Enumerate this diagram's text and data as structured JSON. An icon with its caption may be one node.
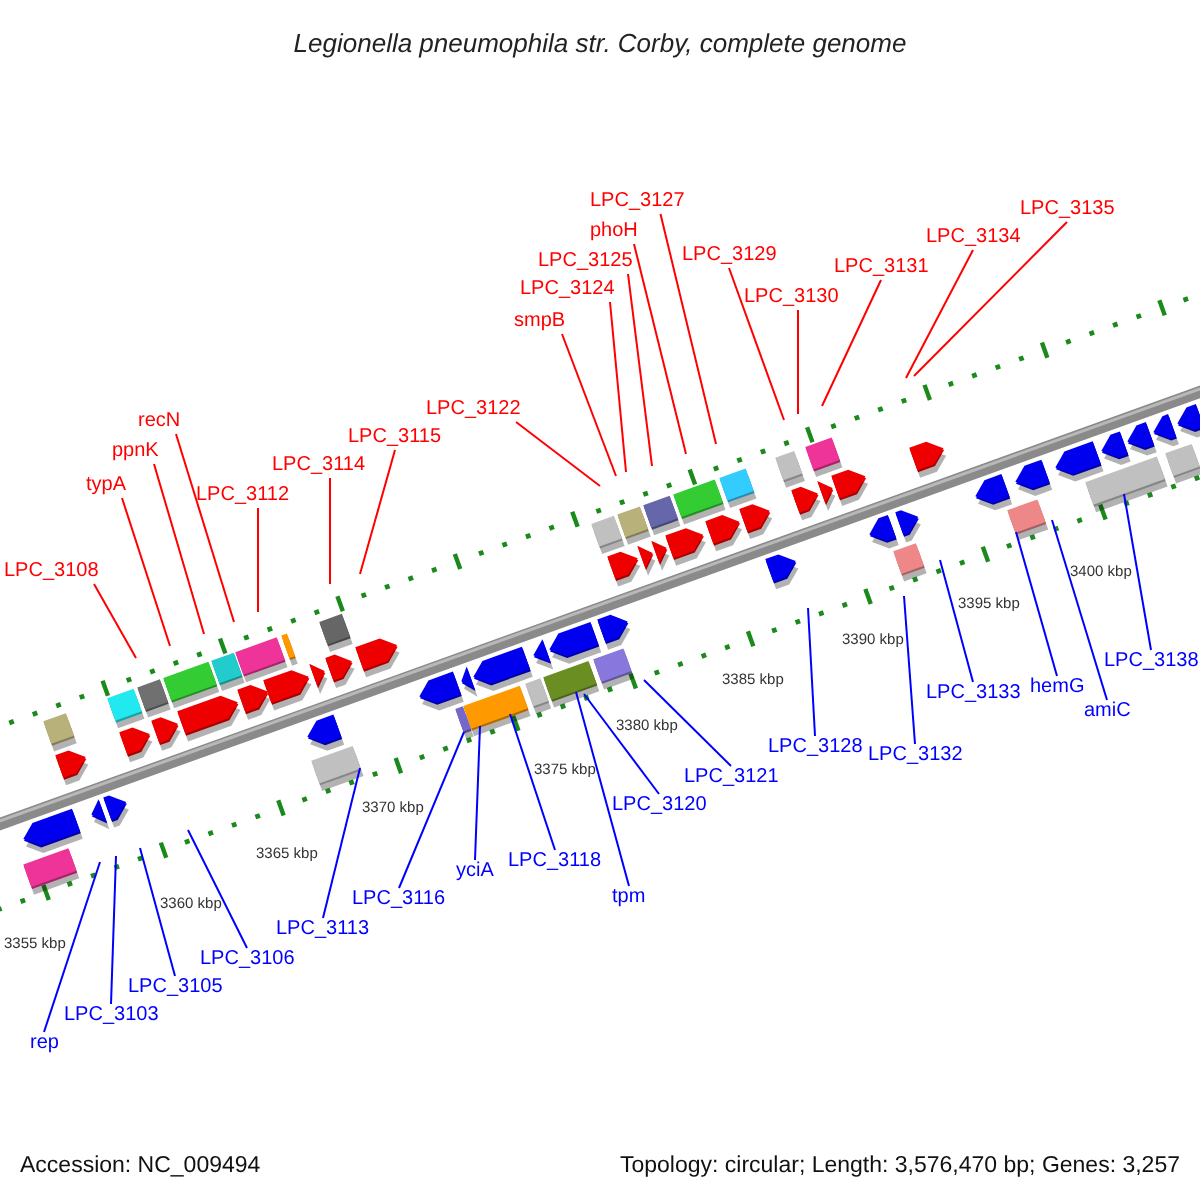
{
  "diagram": {
    "title": "Legionella pneumophila str. Corby, complete genome",
    "nodes": [
      {
        "text": [
          "LPC_3108"
        ]
      },
      {
        "text": [
          "typA"
        ]
      },
      {
        "text": [
          "ppnK"
        ]
      },
      {
        "text": [
          "recN"
        ]
      },
      {
        "text": [
          "LPC_3112"
        ]
      },
      {
        "text": [
          "LPC_3114"
        ]
      },
      {
        "text": [
          "LPC_3115"
        ]
      },
      {
        "text": [
          "LPC_3122"
        ]
      },
      {
        "text": [
          "smpB"
        ]
      },
      {
        "text": [
          "LPC_3124"
        ]
      },
      {
        "text": [
          "LPC_3125"
        ]
      },
      {
        "text": [
          "phoH"
        ]
      },
      {
        "text": [
          "LPC_3127"
        ]
      },
      {
        "text": [
          "LPC_3129"
        ]
      },
      {
        "text": [
          "LPC_3130"
        ]
      },
      {
        "text": [
          "LPC_3131"
        ]
      },
      {
        "text": [
          "LPC_3134"
        ]
      },
      {
        "text": [
          "LPC_3135"
        ]
      },
      {
        "text": [
          "rep"
        ]
      },
      {
        "text": [
          "LPC_3103"
        ]
      },
      {
        "text": [
          "LPC_3105"
        ]
      },
      {
        "text": [
          "LPC_3106"
        ]
      },
      {
        "text": [
          "LPC_3113"
        ]
      },
      {
        "text": [
          "LPC_3116"
        ]
      },
      {
        "text": [
          "yciA"
        ]
      },
      {
        "text": [
          "LPC_3118"
        ]
      },
      {
        "text": [
          "tpm"
        ]
      },
      {
        "text": [
          "LPC_3120"
        ]
      },
      {
        "text": [
          "LPC_3121"
        ]
      },
      {
        "text": [
          "LPC_3128"
        ]
      },
      {
        "text": [
          "LPC_3132"
        ]
      },
      {
        "text": [
          "LPC_3133"
        ]
      },
      {
        "text": [
          "hemG"
        ]
      },
      {
        "text": [
          "amiC"
        ]
      },
      {
        "text": [
          "LPC_3138"
        ]
      }
    ],
    "edges": [
      {
        "from": 0,
        "to": null,
        "arrow": "none"
      },
      {
        "from": 1,
        "to": null,
        "arrow": "none"
      },
      {
        "from": 2,
        "to": null,
        "arrow": "none"
      },
      {
        "from": 3,
        "to": null,
        "arrow": "none"
      },
      {
        "from": 4,
        "to": null,
        "arrow": "none"
      },
      {
        "from": 5,
        "to": null,
        "arrow": "none"
      },
      {
        "from": 6,
        "to": null,
        "arrow": "none"
      },
      {
        "from": 7,
        "to": null,
        "arrow": "none"
      },
      {
        "from": 8,
        "to": null,
        "arrow": "none"
      },
      {
        "from": 9,
        "to": null,
        "arrow": "none"
      },
      {
        "from": 10,
        "to": null,
        "arrow": "none"
      },
      {
        "from": 11,
        "to": null,
        "arrow": "none"
      },
      {
        "from": 12,
        "to": null,
        "arrow": "none"
      },
      {
        "from": 13,
        "to": null,
        "arrow": "none"
      },
      {
        "from": 14,
        "to": null,
        "arrow": "none"
      },
      {
        "from": 15,
        "to": null,
        "arrow": "none"
      },
      {
        "from": 16,
        "to": null,
        "arrow": "none"
      },
      {
        "from": 17,
        "to": null,
        "arrow": "none"
      },
      {
        "from": 18,
        "to": null,
        "arrow": "none",
        "color": "#0000ff"
      },
      {
        "from": 19,
        "to": null,
        "arrow": "none",
        "color": "#0000ff"
      },
      {
        "from": 20,
        "to": null,
        "arrow": "none",
        "color": "#0000ff"
      },
      {
        "from": 21,
        "to": null,
        "arrow": "none",
        "color": "#0000ff"
      },
      {
        "from": 22,
        "to": null,
        "arrow": "none",
        "color": "#0000ff"
      },
      {
        "from": 23,
        "to": null,
        "arrow": "none",
        "color": "#0000ff"
      },
      {
        "from": 24,
        "to": null,
        "arrow": "none",
        "color": "#0000ff"
      },
      {
        "from": 25,
        "to": null,
        "arrow": "none",
        "color": "#0000ff"
      },
      {
        "from": 26,
        "to": null,
        "arrow": "none",
        "color": "#0000ff"
      },
      {
        "from": 27,
        "to": null,
        "arrow": "none",
        "color": "#0000ff"
      },
      {
        "from": 28,
        "to": null,
        "arrow": "none",
        "color": "#0000ff"
      },
      {
        "from": 29,
        "to": null,
        "arrow": "none",
        "color": "#0000ff"
      },
      {
        "from": 30,
        "to": null,
        "arrow": "none",
        "color": "#0000ff"
      },
      {
        "from": 31,
        "to": null,
        "arrow": "none",
        "color": "#0000ff"
      },
      {
        "from": 32,
        "to": null,
        "arrow": "none",
        "color": "#0000ff"
      },
      {
        "from": 33,
        "to": null,
        "arrow": "none",
        "color": "#0000ff"
      },
      {
        "from": 34,
        "to": null,
        "arrow": "none",
        "color": "#0000ff"
      }
    ],
    "labels": [
      "3355 kbp",
      "3360 kbp",
      "3365 kbp",
      "3370 kbp",
      "3375 kbp",
      "3380 kbp",
      "3385 kbp",
      "3390 kbp",
      "3395 kbp",
      "3400 kbp",
      "Accession: NC_009494",
      "Topology: circular; Length: 3,576,470 bp; Genes: 3,257"
    ]
  }
}
